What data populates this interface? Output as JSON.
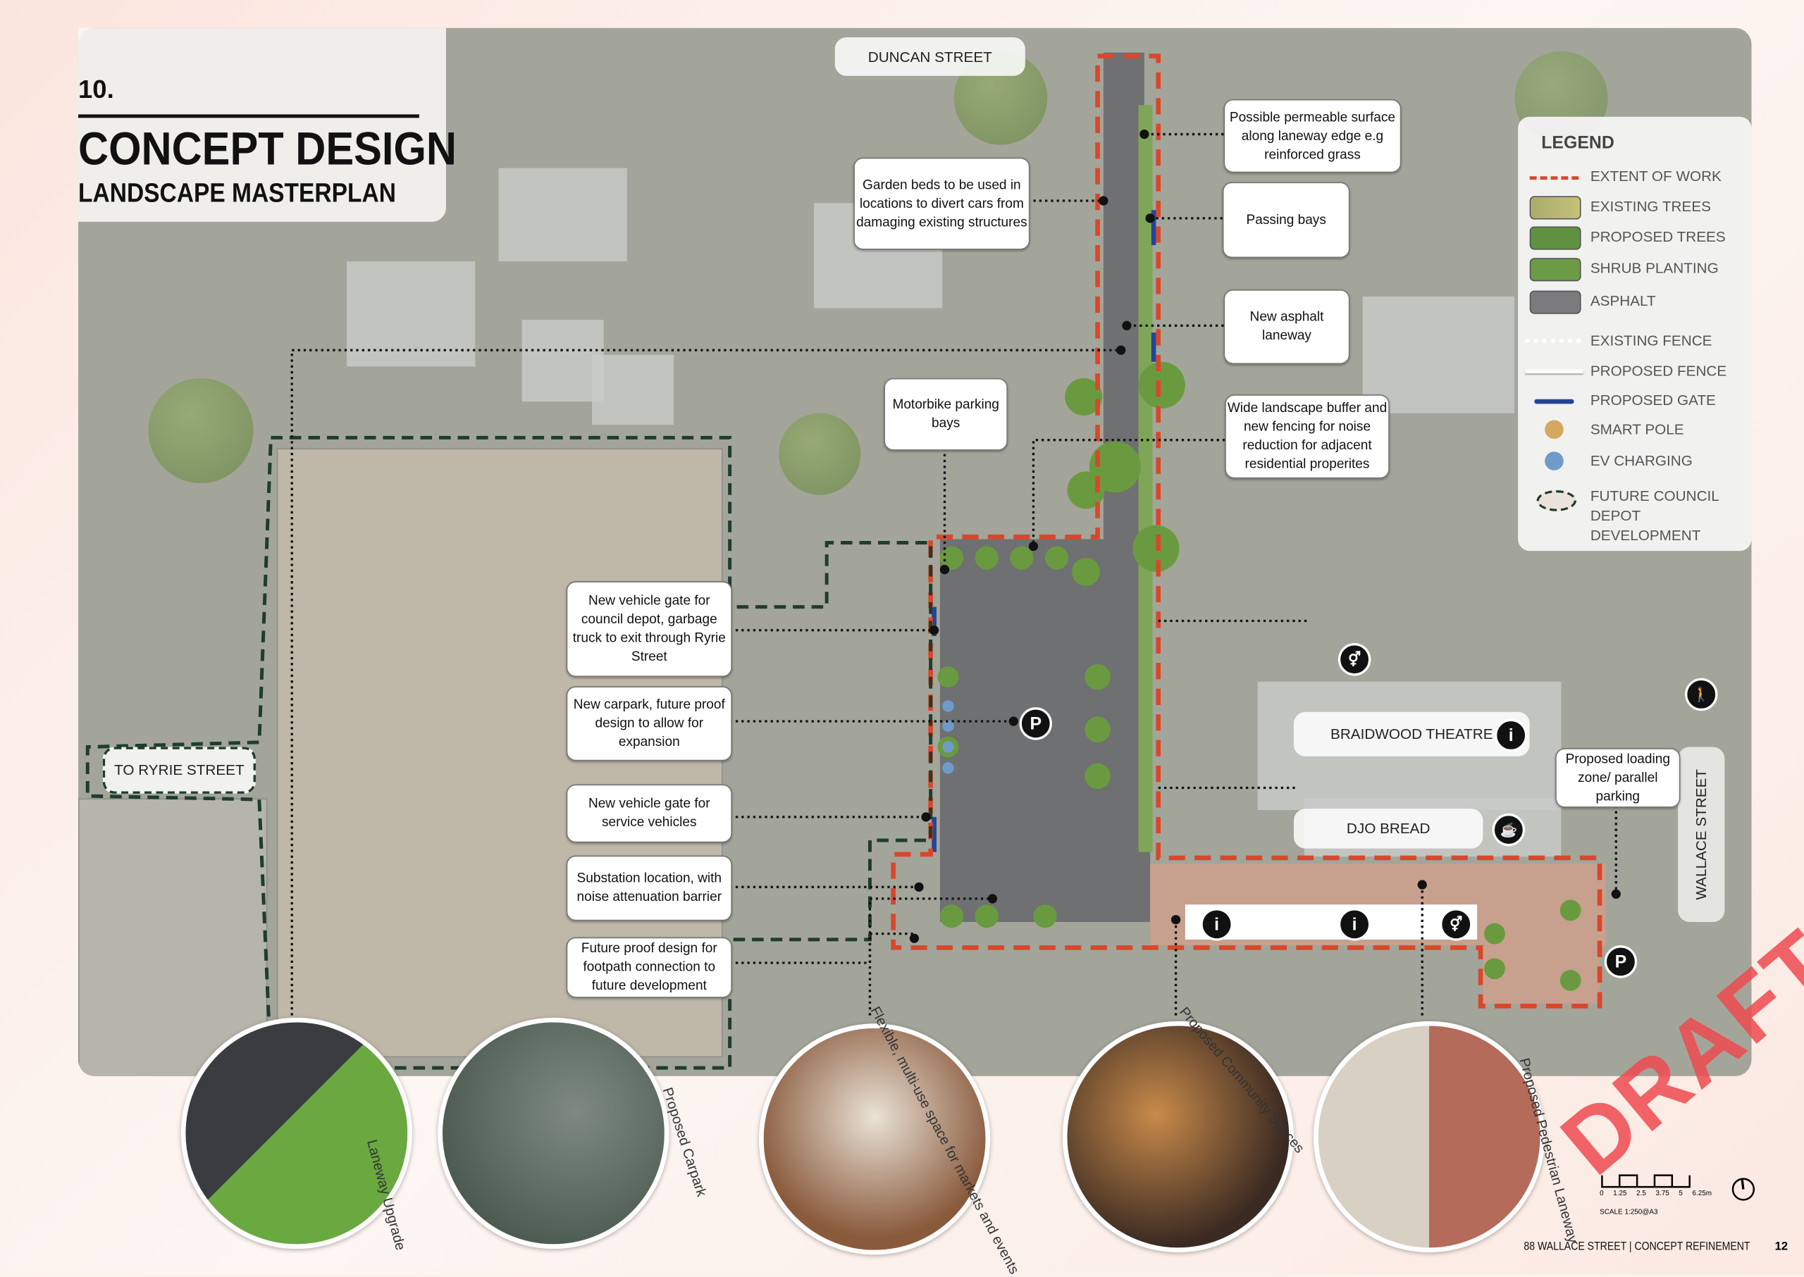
{
  "header": {
    "number": "10.",
    "title": "CONCEPT DESIGN",
    "subtitle": "LANDSCAPE MASTERPLAN"
  },
  "streets": {
    "duncan": "DUNCAN STREET",
    "ryrie": "TO RYRIE STREET",
    "wallace": "WALLACE STREET"
  },
  "places": {
    "theatre": "BRAIDWOOD THEATRE",
    "bakery": "DJO BREAD"
  },
  "callouts": {
    "garden_beds": "Garden beds to be used in locations to divert cars from damaging existing structures",
    "permeable": "Possible permeable surface along laneway edge e.g reinforced grass",
    "passing_bays": "Passing bays",
    "asphalt_laneway": "New asphalt laneway",
    "motorbike": "Motorbike parking bays",
    "buffer": "Wide landscape buffer and new fencing for noise reduction for adjacent residential properites",
    "gate_depot": "New vehicle gate for council depot, garbage truck to exit through Ryrie Street",
    "carpark": "New carpark, future proof design to allow for expansion",
    "gate_service": "New vehicle gate for service vehicles",
    "substation": "Substation location, with noise attenuation barrier",
    "footpath": "Future proof design for footpath connection to future development",
    "loading": "Proposed loading zone/ parallel parking"
  },
  "legend": {
    "title": "LEGEND",
    "items": [
      {
        "label": "EXTENT OF WORK"
      },
      {
        "label": "EXISTING TREES"
      },
      {
        "label": "PROPOSED TREES"
      },
      {
        "label": "SHRUB PLANTING"
      },
      {
        "label": "ASPHALT"
      },
      {
        "label": "EXISTING FENCE"
      },
      {
        "label": "PROPOSED FENCE"
      },
      {
        "label": "PROPOSED GATE"
      },
      {
        "label": "SMART POLE"
      },
      {
        "label": "EV CHARGING"
      },
      {
        "label": "FUTURE COUNCIL DEPOT DEVELOPMENT"
      }
    ]
  },
  "precedents": [
    {
      "caption": "Laneway Upgrade"
    },
    {
      "caption": "Proposed Carpark"
    },
    {
      "caption": "Flexible, multi-use space for markets and events"
    },
    {
      "caption": "Proposed Community Spaces"
    },
    {
      "caption": "Proposed Pedestrian Laneway"
    }
  ],
  "icons": {
    "parking": "P",
    "info": "i"
  },
  "scale": {
    "ticks": [
      "0",
      "1.25",
      "2.5",
      "3.75",
      "5",
      "6.25m"
    ],
    "note": "SCALE 1:250@A3"
  },
  "footer": {
    "project": "88 WALLACE STREET | CONCEPT REFINEMENT",
    "page": "12"
  },
  "watermark": "DRAFT",
  "colors": {
    "extent": "#d9472b",
    "depot": "#1f3d2c",
    "gate": "#23449a",
    "smart_pole": "#d4a85f",
    "ev": "#6f9bc8",
    "watermark": "#ee4a4f"
  }
}
